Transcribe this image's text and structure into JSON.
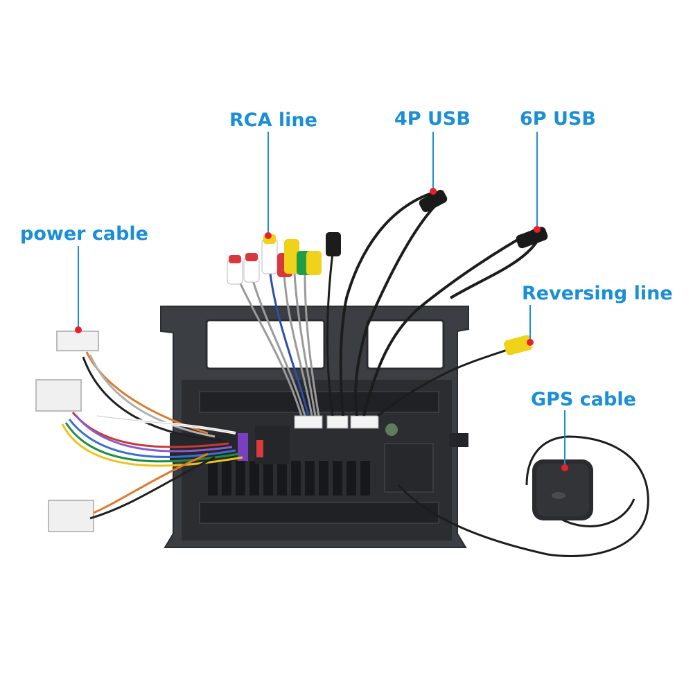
{
  "callouts": {
    "rca": "RCA line",
    "usb4": "4P USB",
    "usb6": "6P USB",
    "power": "power cable",
    "reversing": "Reversing line",
    "gps": "GPS cable"
  },
  "colors": {
    "accent": "#1a8fd6",
    "marker": "#e8202a",
    "unit_body": "#3b3e43",
    "cable": "#1c1c1c"
  }
}
